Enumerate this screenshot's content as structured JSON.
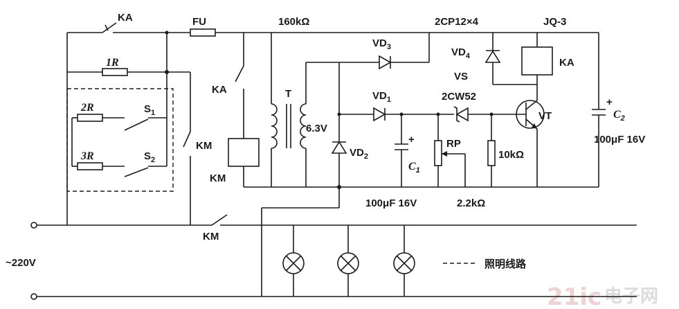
{
  "labels": {
    "ka_top": "KA",
    "fu": "FU",
    "r160": "160kΩ",
    "vd4x": "2CP12×4",
    "jq3": "JQ-3",
    "r1": "1R",
    "vd3": "VD",
    "vd3_sub": "3",
    "vd4": "VD",
    "vd4_sub": "4",
    "ka_relay": "KA",
    "ka_contact": "KA",
    "t": "T",
    "vs": "VS",
    "vs_type": "2CW52",
    "vd1": "VD",
    "vd1_sub": "1",
    "r2": "2R",
    "s1": "S",
    "s1_sub": "1",
    "r3": "3R",
    "s2": "S",
    "s2_sub": "2",
    "km_switch": "KM",
    "km_coil": "KM",
    "v63": "6.3V",
    "vt": "VT",
    "c2": "C",
    "c2_sub": "2",
    "c2_val": "100μF 16V",
    "vd2": "VD",
    "vd2_sub": "2",
    "rp": "RP",
    "r10k": "10kΩ",
    "c1": "C",
    "c1_sub": "1",
    "c1_val": "100μF 16V",
    "r22k": "2.2kΩ",
    "km_bottom": "KM",
    "mains": "~220V",
    "legend": "照明线路"
  },
  "watermark": {
    "brand": "21ic",
    "site": "电子网"
  },
  "colors": {
    "line": "#1a1a1a",
    "watermark": "#d9d9d9"
  }
}
